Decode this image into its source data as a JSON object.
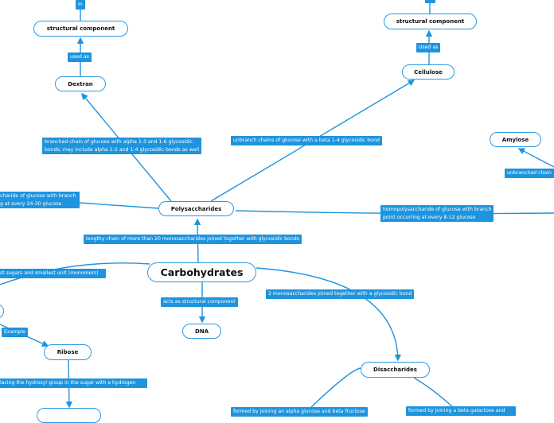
{
  "colors": {
    "accent": "#1e94de",
    "node_border": "#2a9ae0"
  },
  "nodes": {
    "carbohydrates": "Carbohydrates",
    "polysaccharides": "Polysaccharides",
    "dextran": "Dextran",
    "cellulose": "Cellulose",
    "amylose": "Amylose",
    "structural_left": "structural component",
    "structural_right": "structural component",
    "dna": "DNA",
    "ribose": "Ribose",
    "disaccharides": "Disaccharides"
  },
  "labels": {
    "in": "in",
    "used_as_left": "used as",
    "used_as_right": "Used as",
    "branched": [
      "branched chain of glucose with alpha 1-3 and 1-6 glycosidic",
      "bonds; may include alpha 1-2 and 1-4 glycosidic bonds as well"
    ],
    "unbranch": "unbranch chains of glucose with a beta 1-4 glycosidic bond",
    "unbranched_chain": "unbranched chain",
    "left_homopoly": [
      "charide of glucose with branch",
      "g at every 24-30 glucose"
    ],
    "homopoly": [
      "homopolysaccharide of glucose with branch",
      "point occurring at every 8-12 glucose"
    ],
    "lengthy": "lengthy chain of more than 20 monosaccharides joined together with glycosidic bonds",
    "monomers": "st sugars and smallest unit (monomers)",
    "acts_as": "acts as structural component",
    "two_mono": "2 monosaccharides joined together with a glycosidic bond",
    "example": "Example",
    "replacing": "lacing the hydroxyl group in the sugar with a hydrogen",
    "alpha": "formed by joining an alpha glucose and beta fructose",
    "beta": "formed by joining a beta galactose and"
  }
}
